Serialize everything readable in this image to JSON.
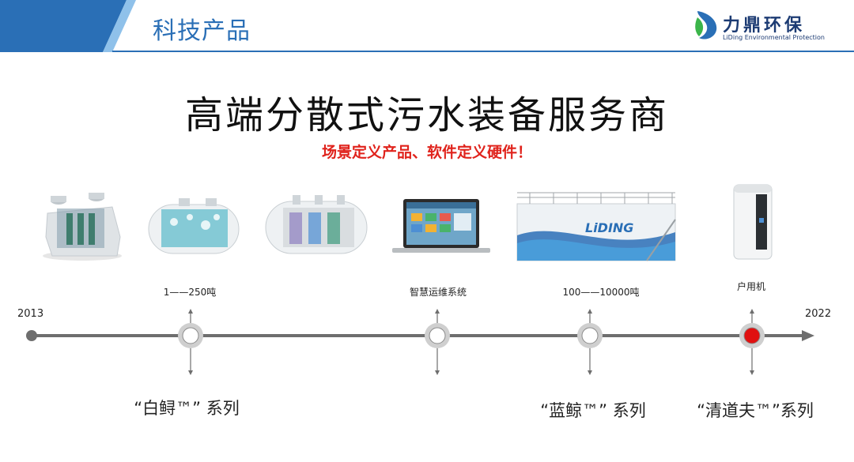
{
  "header": {
    "section_title": "科技产品",
    "logo_cn": "力鼎环保",
    "logo_en": "LiDing Environmental Protection"
  },
  "main_title": "高端分散式污水装备服务商",
  "subtitle": "场景定义产品、软件定义硬件！",
  "timeline": {
    "start_year": "2013",
    "end_year": "2022",
    "milestones": [
      {
        "label": "1——250吨",
        "series": "“白鲟™” 系列",
        "highlight": false
      },
      {
        "label": "智慧运维系统",
        "series": "",
        "highlight": false
      },
      {
        "label": "100——10000吨",
        "series": "“蓝鲸™” 系列",
        "highlight": false
      },
      {
        "label": "户用机",
        "series": "“清道夫™”系列",
        "highlight": true
      }
    ]
  },
  "products": [
    {
      "name": "small-tank-unit"
    },
    {
      "name": "horizontal-tank-unit"
    },
    {
      "name": "cutaway-tank-unit"
    },
    {
      "name": "laptop-monitoring-system",
      "screen_text": ""
    },
    {
      "name": "container-unit",
      "brand_text": "LiDING"
    },
    {
      "name": "household-unit"
    }
  ],
  "colors": {
    "brand_blue": "#2a6fb6",
    "timeline_gray": "#6e6e6e",
    "highlight_red": "#e01010",
    "subtitle_red": "#e0231c"
  }
}
